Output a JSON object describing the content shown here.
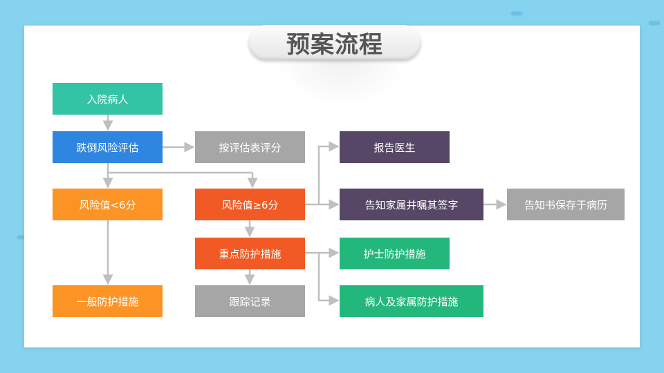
{
  "title": "预案流程",
  "nodes": {
    "admit": "入院病人",
    "fall_assess": "跌倒风险评估",
    "score_by_table": "按评估表评分",
    "risk_low": "风险值<6分",
    "risk_high": "风险值≥6分",
    "report_doctor": "报告医生",
    "inform_family": "告知家属并嘱其签字",
    "keep_notice": "告知书保存于病历",
    "general_protect": "一般防护措施",
    "key_protect": "重点防护措施",
    "nurse_protect": "护士防护措施",
    "family_protect": "病人及家属防护措施",
    "track_record": "跟踪记录"
  },
  "colors": {
    "background": "#86d3ef",
    "teal": "#33c3a5",
    "blue": "#2f86e0",
    "gray": "#a6a6a6",
    "orange": "#fb9425",
    "red_orange": "#f15a24",
    "purple": "#564766",
    "green": "#24b77c",
    "connector": "#bfbfbf"
  }
}
